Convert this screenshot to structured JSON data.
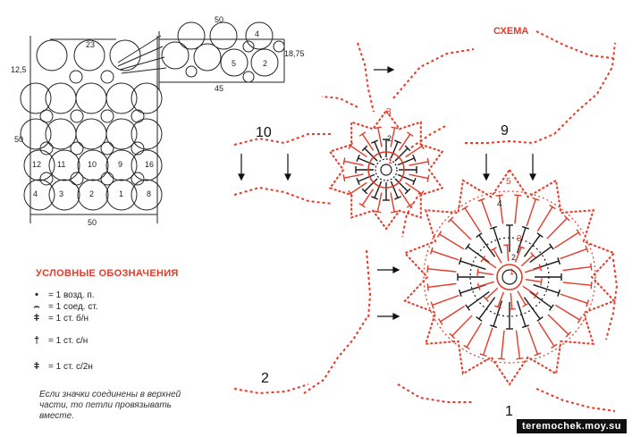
{
  "layout_diagram": {
    "top_width": "23",
    "left_top": "12,5",
    "left_height": "50",
    "bottom_width": "50",
    "cells_row_a": [
      "12",
      "11",
      "10",
      "9",
      "16"
    ],
    "cells_row_b": [
      "4",
      "3",
      "2",
      "1",
      "8"
    ]
  },
  "inset_diagram": {
    "top_width": "50",
    "right_height": "18,75",
    "bottom_width": "45",
    "cells": [
      "4",
      "5",
      "2"
    ]
  },
  "legend": {
    "title": "УСЛОВНЫЕ ОБОЗНАЧЕНИЯ",
    "items": [
      {
        "symbol": "•",
        "label": "= 1 возд. п."
      },
      {
        "symbol": "⌢",
        "label": "= 1 соед. ст."
      },
      {
        "symbol": "ǂ",
        "label": "= 1 ст. б/н"
      },
      {
        "symbol": "†",
        "label": "= 1 ст. с/н"
      },
      {
        "symbol": "ǂ",
        "label": "= 1 ст. с/2н"
      }
    ],
    "note": "Если значки соединены в верхней части, то петли провязывать вместе."
  },
  "scheme": {
    "title": "СХЕМА",
    "motif_labels": [
      "10",
      "9",
      "2",
      "1"
    ],
    "small_rounds": [
      "3",
      "2",
      "1"
    ],
    "large_rounds": [
      "5",
      "4",
      "3",
      "2",
      "1"
    ]
  },
  "colors": {
    "accent": "#e43a2a",
    "ink": "#1a1a1a"
  },
  "watermark": "teremochek.moy.su"
}
